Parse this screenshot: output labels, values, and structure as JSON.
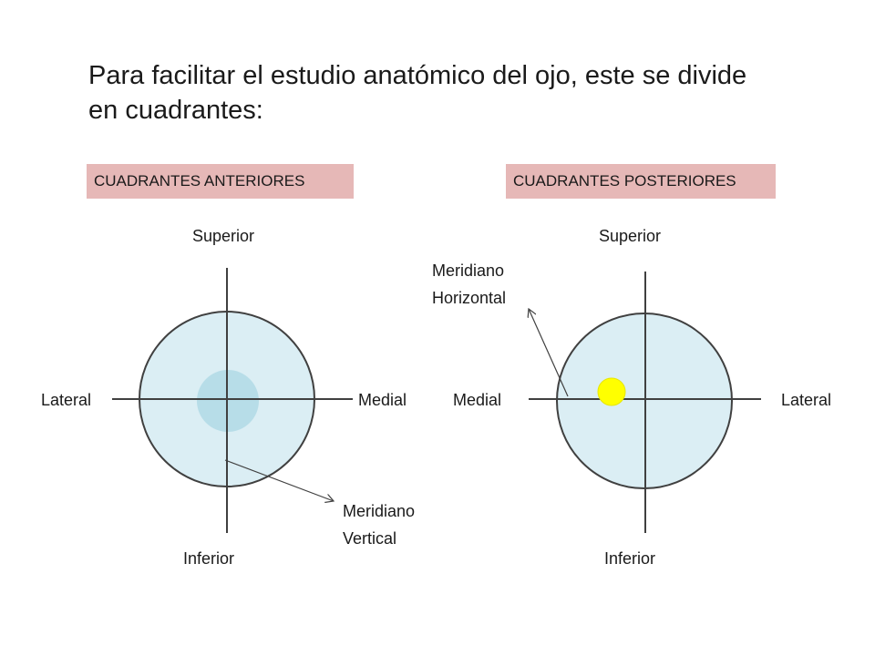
{
  "title": "Para facilitar el estudio anatómico del ojo, este se divide en cuadrantes:",
  "anterior": {
    "heading": "CUADRANTES ANTERIORES",
    "top": "Superior",
    "bottom": "Inferior",
    "left": "Lateral",
    "right": "Medial",
    "callout_line1": "Meridiano",
    "callout_line2": "Vertical"
  },
  "posterior": {
    "heading": "CUADRANTES POSTERIORES",
    "top": "Superior",
    "bottom": "Inferior",
    "left": "Medial",
    "right": "Lateral",
    "callout_line1": "Meridiano",
    "callout_line2": "Horizontal"
  },
  "colors": {
    "tag_background": "#e6b8b7",
    "eye_fill": "#dbeef4",
    "iris_fill": "#b7dde8",
    "spot_fill": "#ffff00",
    "stroke": "#404040"
  }
}
